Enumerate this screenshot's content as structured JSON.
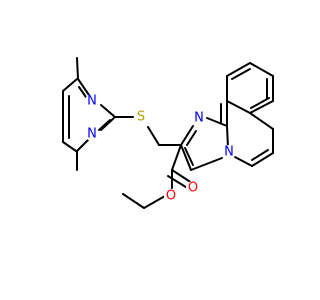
{
  "molecule": {
    "atom_labels": {
      "n_pyr_top": "N",
      "n_pyr_bottom": "N",
      "s_thio": "S",
      "n_imid": "N",
      "n_bridge": "N",
      "o_carbonyl": "O",
      "o_ester": "O"
    },
    "colors": {
      "nitrogen": "#0000ff",
      "sulfur": "#b8a000",
      "oxygen": "#ff0000",
      "bond": "#000000"
    }
  }
}
